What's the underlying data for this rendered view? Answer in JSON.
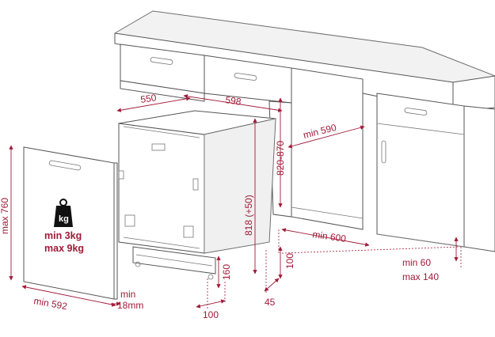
{
  "dimensions": {
    "depth": "550",
    "width": "598",
    "niche_depth": "min 590",
    "niche_height": "820-870",
    "appliance_height": "818 (+50)",
    "plinth_depth": "min 600",
    "plinth_height": "100",
    "plinth_recess": "45",
    "foot_depth": "100",
    "foot_height": "160",
    "side_gap_min": "min 60",
    "side_gap_max": "max 140",
    "door_height": "max 760",
    "door_width": "min 592",
    "door_thickness_prefix": "min",
    "door_thickness_value": "18mm"
  },
  "door_weight": {
    "icon_label": "kg",
    "min": "min  3kg",
    "max": "max 9kg"
  },
  "colors": {
    "dimension": "#a11a38",
    "outline": "#555555"
  }
}
